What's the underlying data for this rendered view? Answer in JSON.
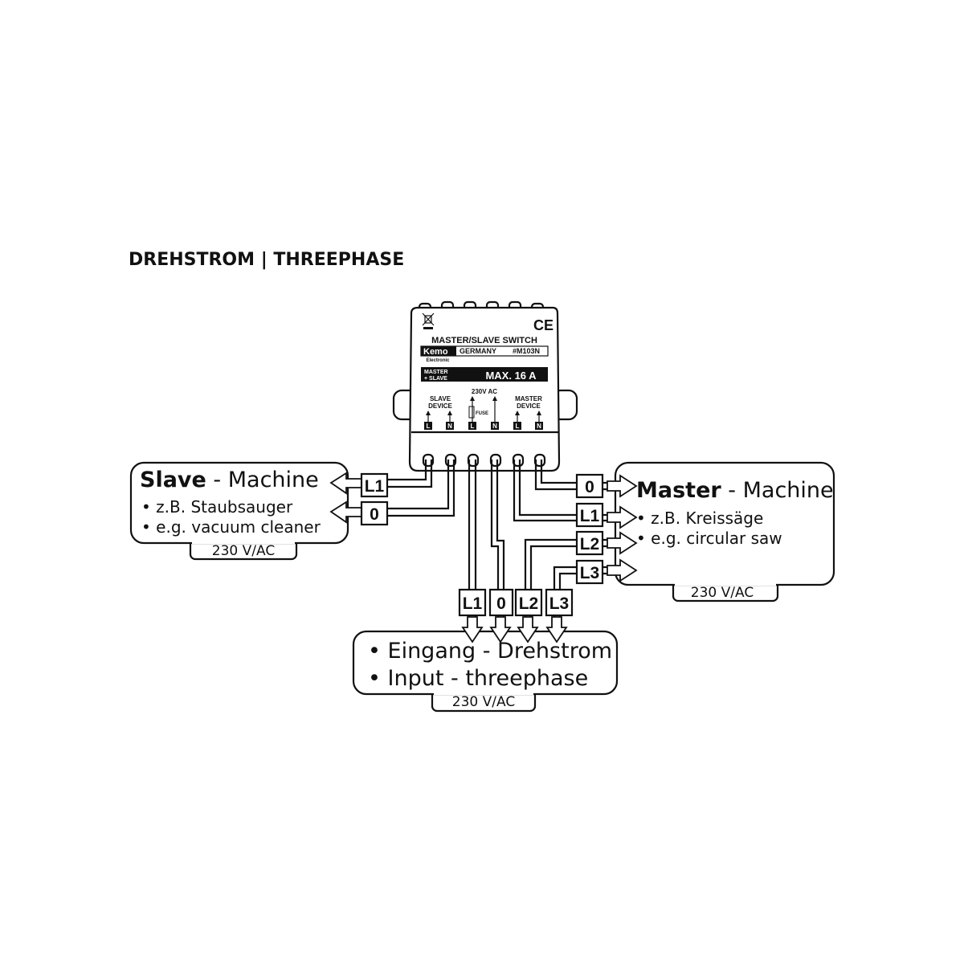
{
  "title": "DREHSTROM | THREEPHASE",
  "device": {
    "header": "MASTER/SLAVE SWITCH",
    "brand": "Kemo",
    "brand_sub": "Electronic",
    "country": "GERMANY",
    "model": "#M103N",
    "rating_left_1": "MASTER",
    "rating_left_2": "+ SLAVE",
    "rating": "MAX. 16 A",
    "slave_label_1": "SLAVE",
    "slave_label_2": "DEVICE",
    "input_label": "230V AC",
    "fuse_label": "FUSE",
    "master_label_1": "MASTER",
    "master_label_2": "DEVICE",
    "ce_mark": "CE",
    "terminals": [
      "L",
      "N",
      "L",
      "N",
      "L",
      "N"
    ]
  },
  "slave_box": {
    "title_bold": "Slave",
    "title_rest": " - Machine",
    "bullet_1": "• z.B. Staubsauger",
    "bullet_2": "• e.g. vacuum cleaner",
    "voltage": "230 V/AC",
    "wire_labels": [
      "L1",
      "0"
    ]
  },
  "master_box": {
    "title_bold": "Master",
    "title_rest": " - Machine",
    "bullet_1": "• z.B. Kreissäge",
    "bullet_2": "• e.g. circular saw",
    "voltage": "230 V/AC",
    "wire_labels": [
      "0",
      "L1",
      "L2",
      "L3"
    ]
  },
  "input_box": {
    "line_1": "• Eingang - Drehstrom",
    "line_2": "• Input - threephase",
    "voltage": "230 V/AC",
    "wire_labels": [
      "L1",
      "0",
      "L2",
      "L3"
    ]
  },
  "icons": [
    "weee-bin-icon",
    "ce-mark-icon",
    "fuse-icon",
    "terminal-arrow-icon",
    "arrow-left-icon",
    "arrow-right-icon",
    "arrow-down-icon"
  ]
}
